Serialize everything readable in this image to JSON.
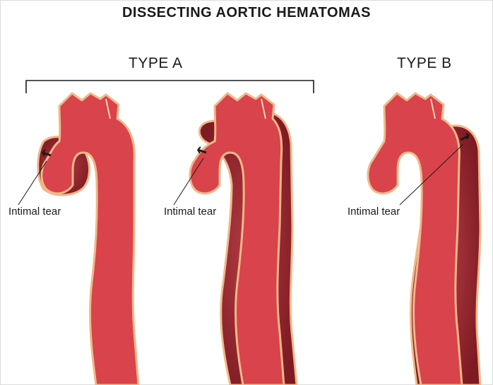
{
  "title": "DISSECTING AORTIC HEMATOMAS",
  "groups": {
    "type_a": "TYPE A",
    "type_b": "TYPE B"
  },
  "labels": {
    "tear_1": "Intimal tear",
    "tear_2": "Intimal tear",
    "tear_3": "Intimal tear"
  },
  "colors": {
    "lumen": "#d9434b",
    "wall": "#f0b88a",
    "hematoma": "#8e2028",
    "text": "#1a1a1a"
  }
}
